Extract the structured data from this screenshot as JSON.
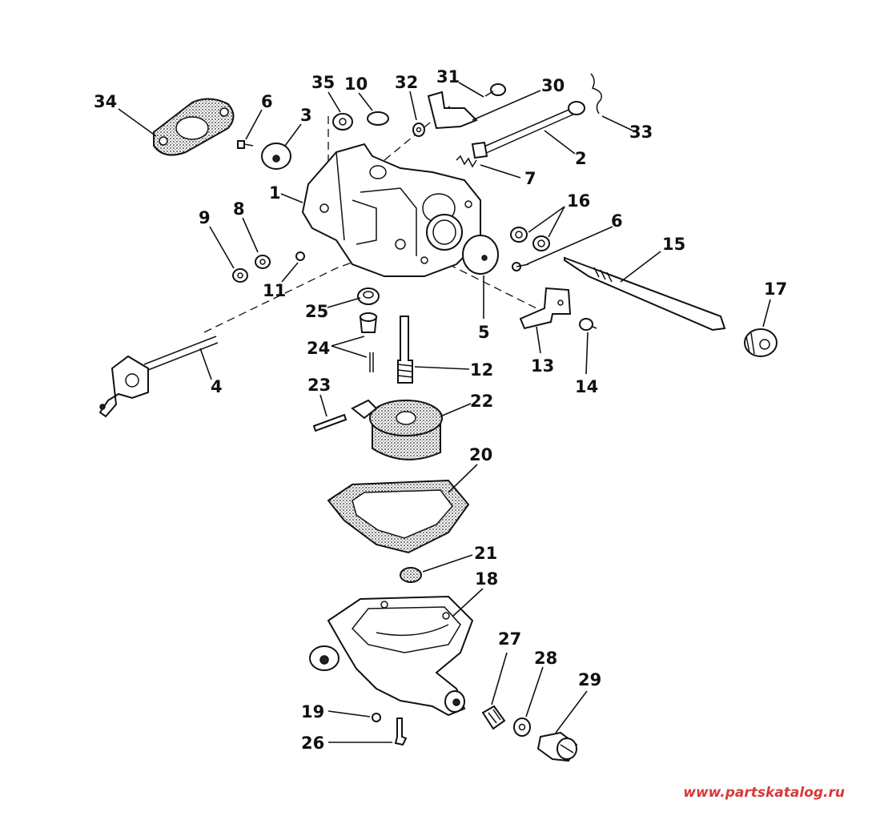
{
  "labels": {
    "p1": "1",
    "p2": "2",
    "p3": "3",
    "p4": "4",
    "p5": "5",
    "p6a": "6",
    "p6b": "6",
    "p7": "7",
    "p8": "8",
    "p9": "9",
    "p10": "10",
    "p11": "11",
    "p12": "12",
    "p13": "13",
    "p14": "14",
    "p15": "15",
    "p16": "16",
    "p17": "17",
    "p18": "18",
    "p19": "19",
    "p20": "20",
    "p21": "21",
    "p22": "22",
    "p23": "23",
    "p24": "24",
    "p25": "25",
    "p26": "26",
    "p27": "27",
    "p28": "28",
    "p29": "29",
    "p30": "30",
    "p31": "31",
    "p32": "32",
    "p33": "33",
    "p34": "34",
    "p35": "35"
  },
  "watermark": "www.partskatalog.ru",
  "colors": {
    "ink": "#111111",
    "watermark": "#d63a3a",
    "background": "#ffffff"
  }
}
